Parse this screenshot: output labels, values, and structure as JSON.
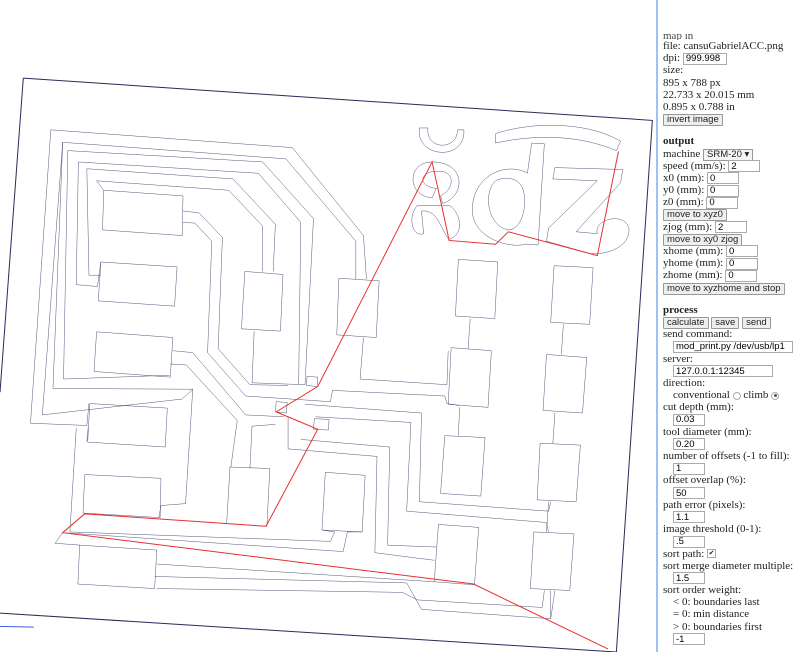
{
  "map_in": {
    "title": "map in",
    "file_label": "file: cansuGabrielACC.png",
    "dpi_label": "dpi:",
    "dpi_value": "999.998",
    "size_label": "size:",
    "size_px": "895 x 788 px",
    "size_mm": "22.733 x 20.015 mm",
    "size_in": "0.895 x 0.788 in",
    "invert_button": "invert image"
  },
  "output": {
    "title": "output",
    "machine_label": "machine",
    "machine_value": "SRM-20 ▾",
    "speed_label": "speed (mm/s):",
    "speed_value": "2",
    "x0_label": "x0 (mm):",
    "x0_value": "0",
    "y0_label": "y0 (mm):",
    "y0_value": "0",
    "z0_label": "z0 (mm):",
    "z0_value": "0",
    "move_xyz0_button": "move to xyz0",
    "zjog_label": "zjog (mm):",
    "zjog_value": "2",
    "move_xy0_zjog_button": "move to xy0 zjog",
    "xhome_label": "xhome (mm):",
    "xhome_value": "0",
    "yhome_label": "yhome (mm):",
    "yhome_value": "0",
    "zhome_label": "zhome (mm):",
    "zhome_value": "0",
    "move_home_button": "move to xyzhome and stop"
  },
  "process": {
    "title": "process",
    "calculate_button": "calculate",
    "save_button": "save",
    "send_button": "send",
    "send_command_label": "send command:",
    "send_command_value": "mod_print.py /dev/usb/lp1 ",
    "server_label": "server:",
    "server_value": "127.0.0.1:12345",
    "direction_label": "direction:",
    "conventional_label": "conventional",
    "climb_label": "climb",
    "direction_selected": "climb",
    "cut_depth_label": "cut depth (mm):",
    "cut_depth_value": "0.03",
    "tool_diameter_label": "tool diameter (mm):",
    "tool_diameter_value": "0.20",
    "offsets_label": "number of offsets (-1 to fill):",
    "offsets_value": "1",
    "overlap_label": "offset overlap (%):",
    "overlap_value": "50",
    "path_error_label": "path error (pixels):",
    "path_error_value": "1.1",
    "threshold_label": "image threshold (0-1):",
    "threshold_value": ".5",
    "sort_path_label": "sort path:",
    "sort_path_checked": "✔",
    "merge_label": "sort merge diameter multiple:",
    "merge_value": "1.5",
    "order_weight_label": "sort order weight:",
    "order_lt": "< 0: boundaries last",
    "order_eq": "= 0: min distance",
    "order_gt": "> 0: boundaries first",
    "order_weight_value": "-1"
  },
  "colors": {
    "toolpath": "#2a2a5a",
    "rapid": "#e83030",
    "panel_border": "#9fc3f0"
  }
}
